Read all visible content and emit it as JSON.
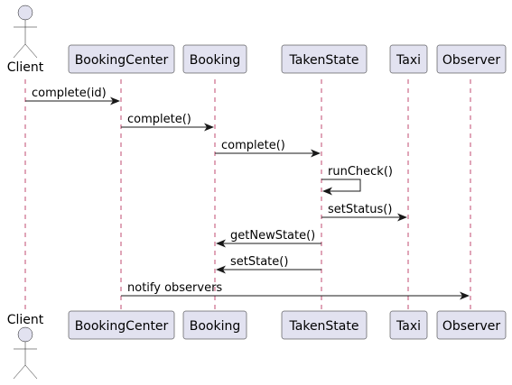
{
  "diagram": {
    "type": "sequence",
    "participants": [
      {
        "id": "client",
        "label": "Client",
        "kind": "actor"
      },
      {
        "id": "bookingcenter",
        "label": "BookingCenter",
        "kind": "participant"
      },
      {
        "id": "booking",
        "label": "Booking",
        "kind": "participant"
      },
      {
        "id": "takenstate",
        "label": "TakenState",
        "kind": "participant"
      },
      {
        "id": "taxi",
        "label": "Taxi",
        "kind": "participant"
      },
      {
        "id": "observer",
        "label": "Observer",
        "kind": "participant"
      }
    ],
    "messages": [
      {
        "from": "client",
        "to": "bookingcenter",
        "label": "complete(id)"
      },
      {
        "from": "bookingcenter",
        "to": "booking",
        "label": "complete()"
      },
      {
        "from": "booking",
        "to": "takenstate",
        "label": "complete()"
      },
      {
        "from": "takenstate",
        "to": "takenstate",
        "label": "runCheck()"
      },
      {
        "from": "takenstate",
        "to": "taxi",
        "label": "setStatus()"
      },
      {
        "from": "takenstate",
        "to": "booking",
        "label": "getNewState()"
      },
      {
        "from": "takenstate",
        "to": "booking",
        "label": "setState()"
      },
      {
        "from": "bookingcenter",
        "to": "observer",
        "label": "notify observers"
      }
    ],
    "colors": {
      "participant_fill": "#e2e2f0",
      "border": "#181818",
      "lifeline": "#a80036"
    }
  }
}
